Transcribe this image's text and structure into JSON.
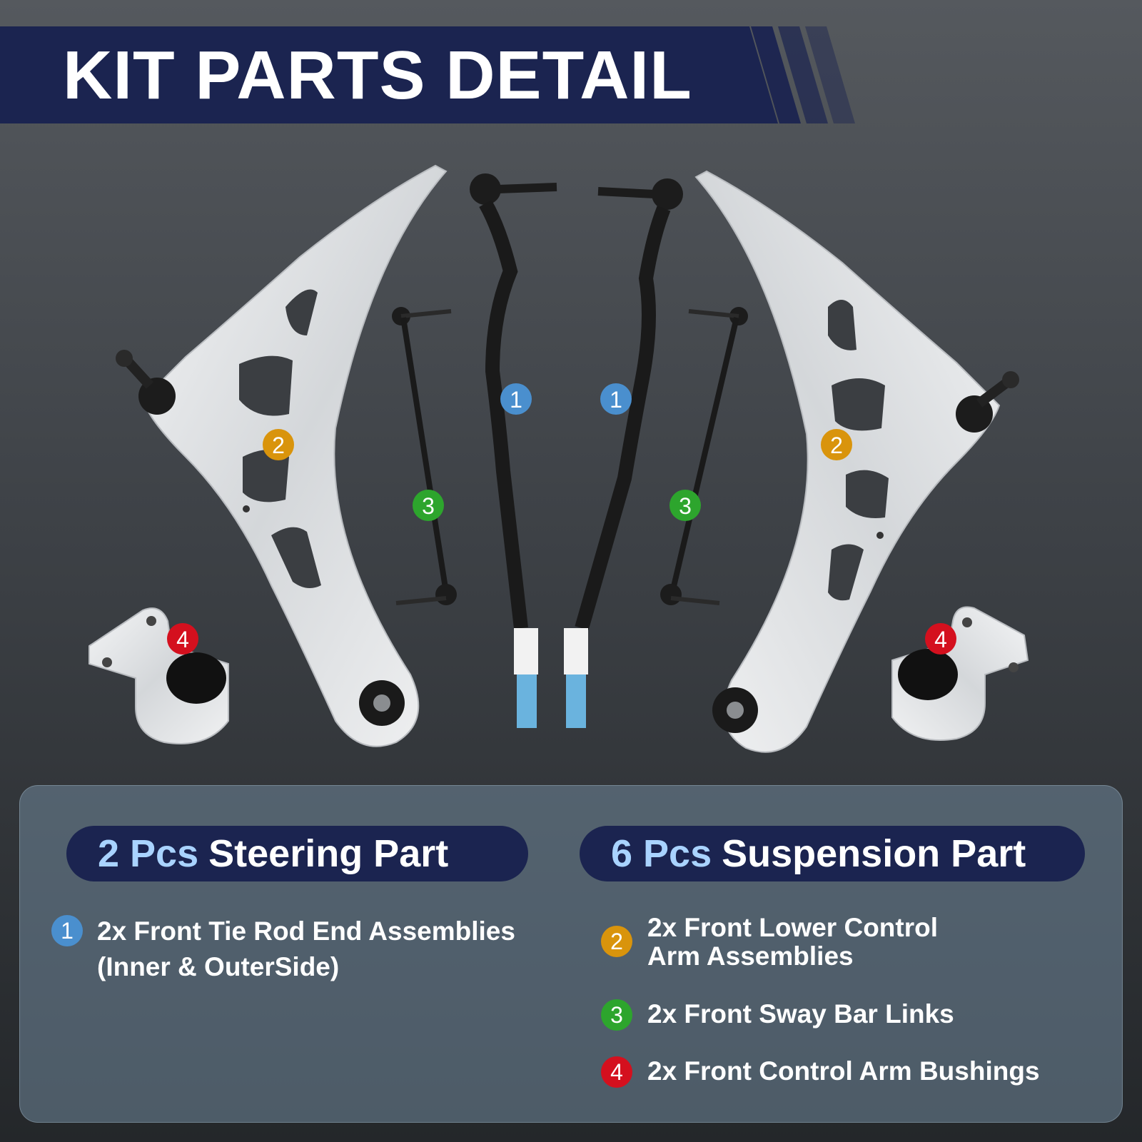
{
  "banner": {
    "title": "KIT PARTS DETAIL"
  },
  "colors": {
    "banner": "#1b2450",
    "badge_1": "#4a8fce",
    "badge_2": "#d9940c",
    "badge_3": "#2da52d",
    "badge_4": "#d4101e",
    "count_text": "#a9d3ff"
  },
  "illustration": {
    "parts": [
      "lower-control-arm-left",
      "lower-control-arm-right",
      "tie-rod-left",
      "tie-rod-right",
      "sway-bar-link-left",
      "sway-bar-link-right",
      "bushing-left",
      "bushing-right"
    ],
    "markers": [
      {
        "number": "1",
        "part": "tie-rod"
      },
      {
        "number": "1",
        "part": "tie-rod"
      },
      {
        "number": "2",
        "part": "control-arm"
      },
      {
        "number": "2",
        "part": "control-arm"
      },
      {
        "number": "3",
        "part": "sway-bar-link"
      },
      {
        "number": "3",
        "part": "sway-bar-link"
      },
      {
        "number": "4",
        "part": "bushing"
      },
      {
        "number": "4",
        "part": "bushing"
      }
    ]
  },
  "steering": {
    "count": "2 Pcs",
    "title": "Steering Part",
    "items": [
      {
        "badge": "1",
        "lines": [
          "2x Front Tie Rod End Assemblies",
          "(Inner & OuterSide)"
        ]
      }
    ]
  },
  "suspension": {
    "count": "6 Pcs",
    "title": "Suspension Part",
    "items": [
      {
        "badge": "2",
        "lines": [
          "2x Front Lower Control",
          "Arm Assemblies"
        ]
      },
      {
        "badge": "3",
        "lines": [
          "2x Front Sway Bar Links"
        ]
      },
      {
        "badge": "4",
        "lines": [
          "2x Front Control Arm Bushings"
        ]
      }
    ]
  }
}
